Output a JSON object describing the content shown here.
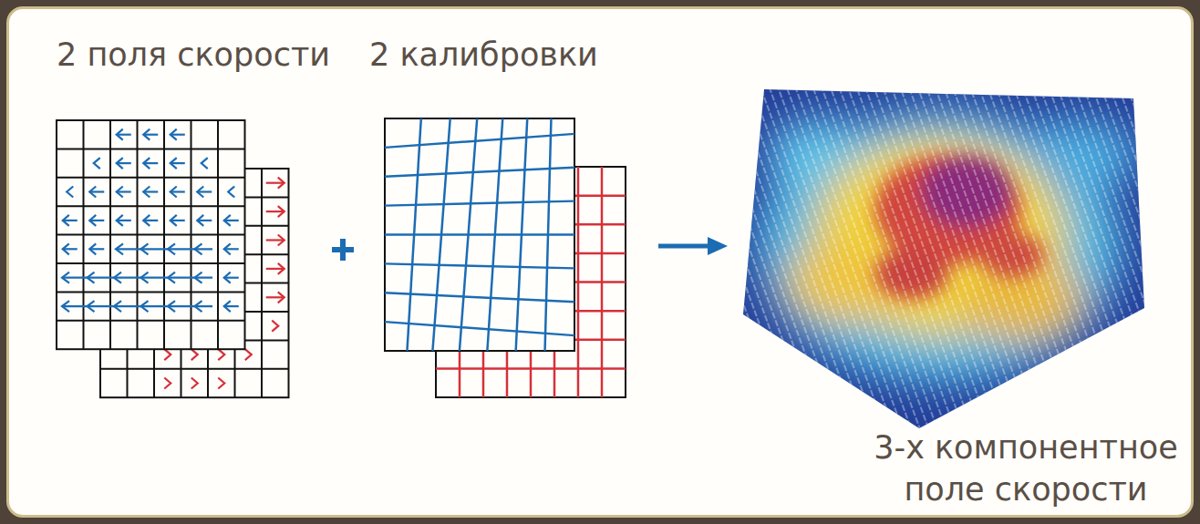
{
  "diagram": {
    "labels": [
      "2 поля скорости",
      "2 калибровки",
      "3-х компонентное поле скорости"
    ]
  }
}
